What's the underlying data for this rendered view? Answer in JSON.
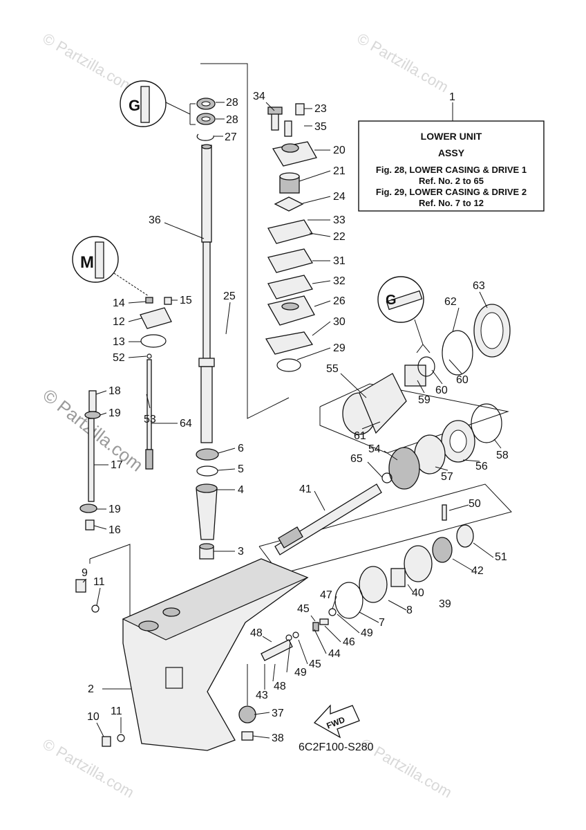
{
  "title_box": {
    "ref_number": "1",
    "title": "LOWER UNIT",
    "subtitle": "ASSY",
    "lines": [
      "Fig. 28, LOWER CASING & DRIVE 1",
      "Ref. No. 2 to 65",
      "Fig. 29, LOWER CASING & DRIVE 2",
      "Ref. No. 7 to 12"
    ]
  },
  "diagram_code": "6C2F100-S280",
  "direction_arrow": "FWD",
  "watermark": "© Partzilla.com",
  "callouts": [
    "28",
    "28",
    "27",
    "36",
    "34",
    "23",
    "35",
    "20",
    "21",
    "24",
    "33",
    "22",
    "31",
    "32",
    "26",
    "30",
    "29",
    "14",
    "15",
    "12",
    "13",
    "52",
    "25",
    "18",
    "19",
    "53",
    "64",
    "17",
    "19",
    "16",
    "6",
    "5",
    "4",
    "3",
    "55",
    "59",
    "60",
    "60",
    "62",
    "63",
    "61",
    "56",
    "58",
    "57",
    "54",
    "65",
    "41",
    "50",
    "51",
    "42",
    "40",
    "39",
    "8",
    "7",
    "47",
    "49",
    "46",
    "45",
    "44",
    "45",
    "49",
    "48",
    "48",
    "43",
    "9",
    "11",
    "2",
    "10",
    "11",
    "37",
    "38"
  ]
}
